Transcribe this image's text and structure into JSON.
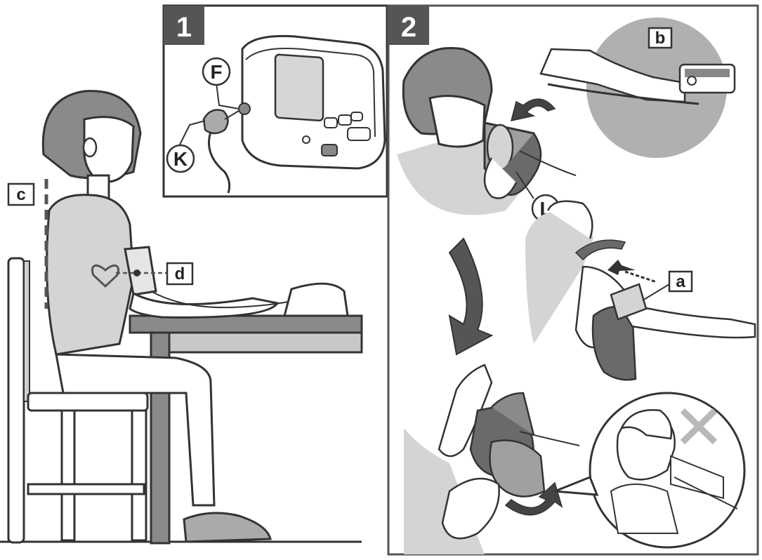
{
  "steps": [
    {
      "number": "1"
    },
    {
      "number": "2"
    }
  ],
  "callouts": {
    "a": "a",
    "b": "b",
    "c": "c",
    "d": "d",
    "F": "F",
    "K": "K",
    "L": "L"
  },
  "colors": {
    "outline": "#333333",
    "fill_light": "#d4d4d4",
    "fill_mid": "#a0a0a0",
    "fill_dark": "#6a6a6a",
    "badge": "#555555",
    "cross": "#b8b8b8"
  },
  "icons": [
    "heart-icon",
    "cross-mark-icon",
    "rotate-arrow-icon",
    "down-arrow-icon",
    "insert-arrow-icon"
  ]
}
